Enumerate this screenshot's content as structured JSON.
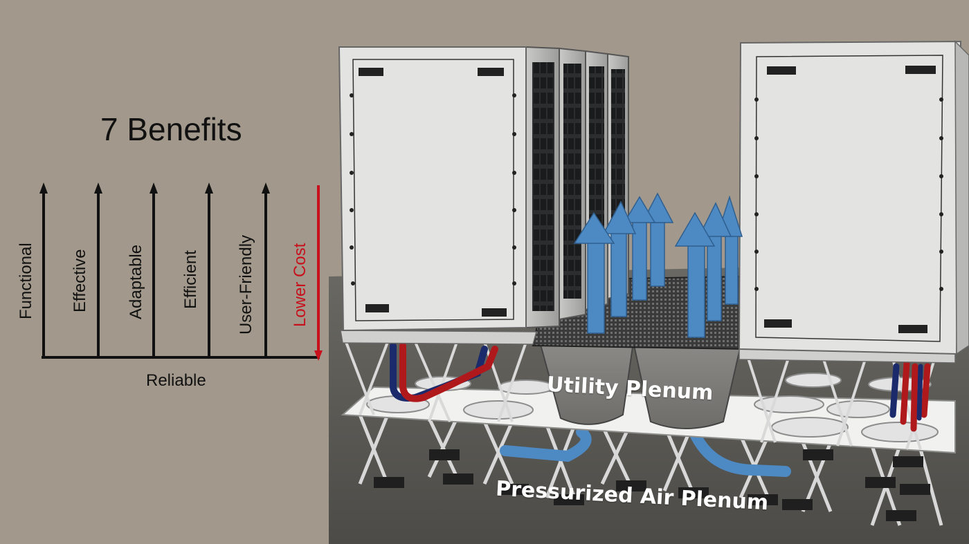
{
  "title": "7 Benefits",
  "base": "Reliable",
  "benefits": [
    {
      "label": "Functional",
      "direction": "up",
      "color": "#111111"
    },
    {
      "label": "Effective",
      "direction": "up",
      "color": "#111111"
    },
    {
      "label": "Adaptable",
      "direction": "up",
      "color": "#111111"
    },
    {
      "label": "Efficient",
      "direction": "up",
      "color": "#111111"
    },
    {
      "label": "User-Friendly",
      "direction": "up",
      "color": "#111111"
    },
    {
      "label": "Lower Cost",
      "direction": "down",
      "color": "#c8101c"
    }
  ],
  "scene": {
    "labels": {
      "utility_plenum": "Utility Plenum",
      "pressurized_air_plenum": "Pressurized Air Plenum"
    },
    "colors": {
      "background": "#a2998c",
      "floor": "#5b5a55",
      "cabinet": "#e3e3e1",
      "airflow": "#4d8ac4",
      "hot_pipe": "#b0191c",
      "cold_pipe": "#1b2a6b"
    }
  }
}
